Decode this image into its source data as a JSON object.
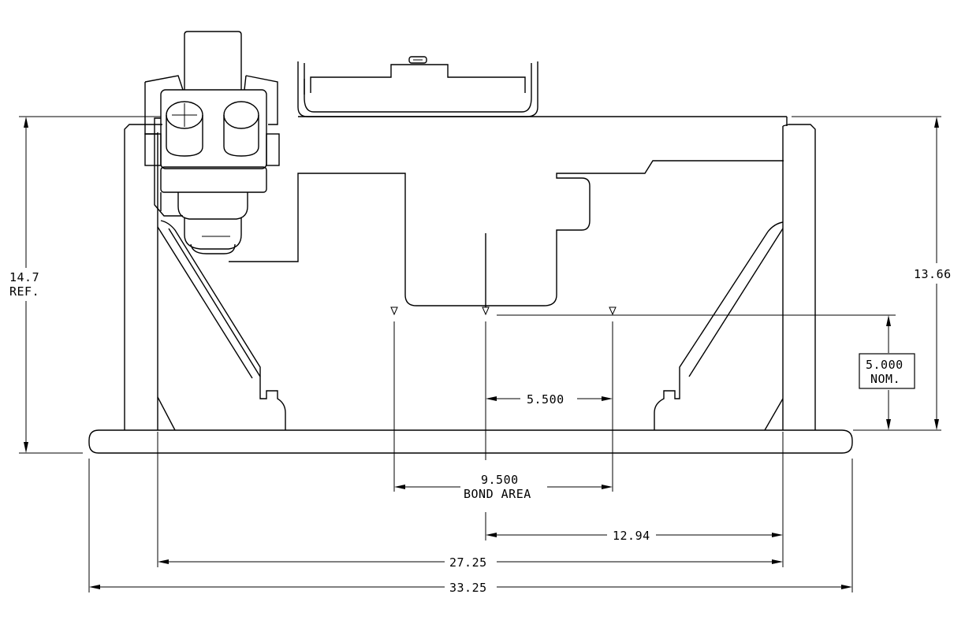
{
  "dimensions": {
    "overall_height": "14.7",
    "overall_height_note": "REF.",
    "frame_height": "13.66",
    "nominal_height": "5.000",
    "nominal_height_note": "NOM.",
    "half_bond_width": "5.500",
    "bond_area_width": "9.500",
    "bond_area_label": "BOND AREA",
    "center_to_post": "12.94",
    "inner_width": "27.25",
    "base_width": "33.25"
  }
}
